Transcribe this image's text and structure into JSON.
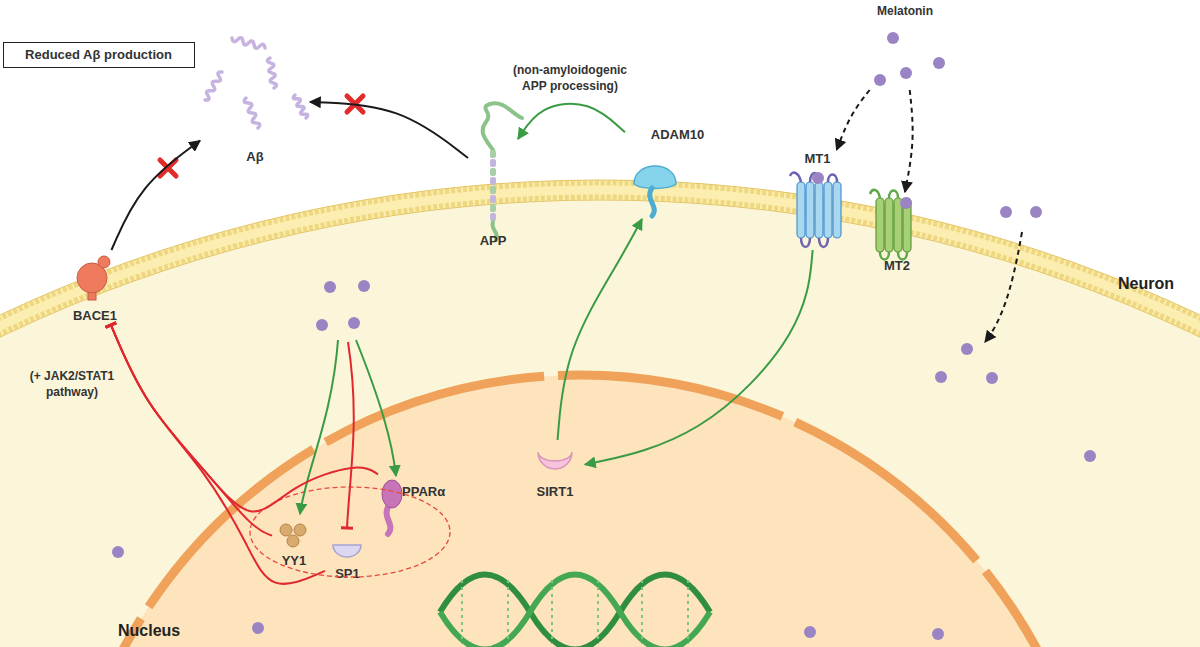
{
  "diagram": {
    "nodes": [
      {
        "text": [
          "Reduced Aβ production"
        ]
      },
      {
        "text": [
          "Aβ"
        ]
      },
      {
        "text": [
          "APP"
        ]
      },
      {
        "text": [
          "ADAM10"
        ]
      },
      {
        "text": [
          "Melatonin"
        ]
      },
      {
        "text": [
          "MT1"
        ]
      },
      {
        "text": [
          "MT2"
        ]
      },
      {
        "text": [
          "BACE1"
        ]
      },
      {
        "text": [
          "Neuron"
        ]
      },
      {
        "text": [
          "Nucleus"
        ],
        "in": 8
      },
      {
        "text": [
          "YY1"
        ],
        "in": 9
      },
      {
        "text": [
          "SP1"
        ],
        "in": 9
      },
      {
        "text": [
          "PPARα"
        ],
        "in": 9
      },
      {
        "text": [
          "SIRT1"
        ],
        "in": 9
      }
    ],
    "edges": [
      {
        "from": 4,
        "to": 5,
        "arrow": "to"
      },
      {
        "from": 4,
        "to": 6,
        "arrow": "to"
      },
      {
        "from": 5,
        "to": 13,
        "arrow": "to"
      },
      {
        "from": 13,
        "to": 3,
        "arrow": "to"
      },
      {
        "from": 3,
        "to": 2,
        "arrow": "to",
        "label": "(non-amyloidogenic APP processing)"
      },
      {
        "from": 2,
        "to": 1,
        "arrow": "to"
      },
      {
        "from": 7,
        "to": 1,
        "arrow": "to"
      },
      {
        "from": 10,
        "to": 7,
        "arrow": "to",
        "label": "(+ JAK2/STAT1 pathway)"
      },
      {
        "from": 11,
        "to": 7,
        "arrow": "to"
      },
      {
        "from": 12,
        "to": 7,
        "arrow": "to"
      }
    ]
  }
}
